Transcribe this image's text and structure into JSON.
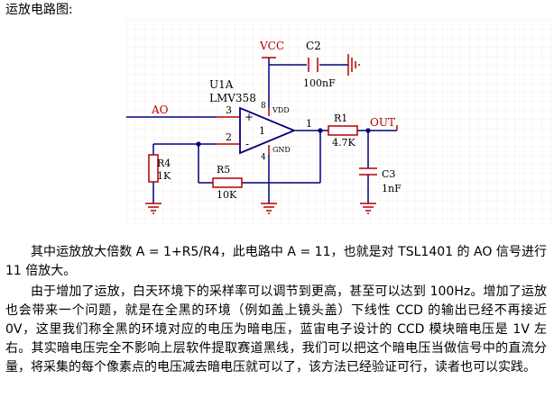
{
  "heading": "运放电路图:",
  "schematic": {
    "labels": {
      "vcc": "VCC",
      "c2": "C2",
      "c2_value": "100nF",
      "u1a": "U1A",
      "lmv358": "LMV358",
      "vdd": "VDD",
      "ao": "AO",
      "pin3": "3",
      "pin2": "2",
      "pin1": "1",
      "pin8": "8",
      "pin4": "4",
      "plus": "+",
      "minus": "-",
      "one": "1",
      "gnd": "GND",
      "r1": "R1",
      "r1_value": "4.7K",
      "out": "OUT",
      "r4": "R4",
      "r4_value": "1K",
      "r5": "R5",
      "r5_value": "10K",
      "c3": "C3",
      "c3_value": "1nF"
    },
    "colors": {
      "wire": "#00007f",
      "component": "#b20000",
      "net_label": "#b20000",
      "grid": "#f0d8d8",
      "text": "#000000"
    }
  },
  "paragraphs": [
    "其中运放放大倍数 A = 1+R5/R4，此电路中 A = 11，也就是对 TSL1401 的 AO 信号进行 11 倍放大。",
    "由于增加了运放，白天环境下的采样率可以调节到更高，甚至可以达到 100Hz。增加了运放也会带来一个问题，就是在全黑的环境（例如盖上镜头盖）下线性 CCD 的输出已经不再接近 0V，这里我们称全黑的环境对应的电压为暗电压，蓝宙电子设计的 CCD 模块暗电压是 1V 左右。其实暗电压完全不影响上层软件提取赛道黑线，我们可以把这个暗电压当做信号中的直流分量，将采集的每个像素点的电压减去暗电压就可以了，该方法已经验证可行，读者也可以实践。"
  ]
}
